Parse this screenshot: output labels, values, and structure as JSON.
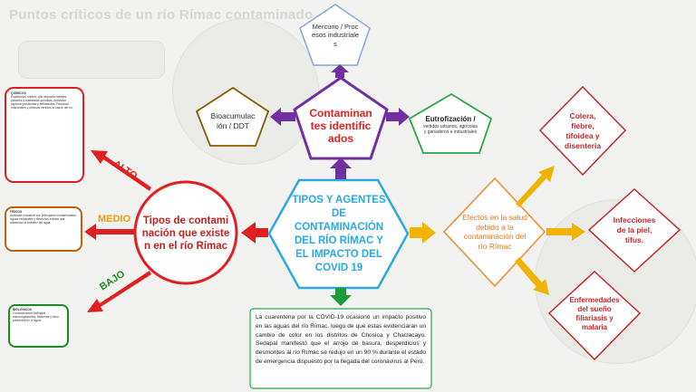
{
  "background_title": "Puntos críticos de un río Rímac contaminado",
  "center": {
    "title": "TIPOS Y AGENTES DE CONTAMINACIÓN DEL RÍO RÍMAC Y EL IMPACTO DEL COVID 19"
  },
  "contaminants": {
    "title": "Contaminantes identificados",
    "mercurio": "Mercurio / Procesos industriales",
    "bioacumulacion": "Bioacumulación / DDT",
    "eutrofizacion_title": "Eutrofización /",
    "eutrofizacion_detail": "vertidos urbanos, agrícolas y ganaderos e industriales"
  },
  "types": {
    "title": "Tipos de contaminación que existen en el río Rímac",
    "levels": {
      "alto": "ALTO",
      "medio": "MEDIO",
      "bajo": "BAJO"
    },
    "alto_box": {
      "heading": "QUÍMICOS",
      "body": "Explotación minera: que deposita metales pesados y sustancias químicas. Actividad agrícola: pesticidas y fertilizantes. Residuos industriales y urbanos vertidos al cauce del río."
    },
    "medio_box": {
      "heading": "FÍSICOS",
      "body": "Actividad Industrial con principales contaminantes. Aguas residuales y desechos sólidos que aumentan la turbidez del agua."
    },
    "bajo_box": {
      "heading": "BIOLÓGICOS",
      "body": "Contaminación biológica: microorganismos, bacterias y virus presentes en el agua."
    }
  },
  "effects": {
    "title": "Efectos en la salud debido a la contaminación del río Rímac",
    "items": [
      "Colera, fiebre, tifoidea y disenteria",
      "Infecciones de la piel, tifus.",
      "Enfermedades del sueño filiariasis y malaria"
    ]
  },
  "covid_note": "La cuarentena por la COVID-19 ocasionó un impacto positivo en las aguas del río Rímac, luego de que estas evidenciaran un cambio de color en los distritos de Chosica y Chaclacayo. Sedapal manifestó que el arrojo de basura, desperdicios y desmontes al río Rímac se redujo en un 90 % durante el estado de emergencia dispuesto por la llegada del coronavirus al Perú.",
  "colors": {
    "center": "#2aa8e0",
    "contaminants": "#7030a0",
    "types": "#e02020",
    "effects": "#f0a000",
    "alto": "#e02020",
    "medio": "#f0a000",
    "bajo": "#1f8a1f",
    "disease": "#c0282a",
    "mercurio": "#8aa4e0",
    "bioacumulacion": "#8a5a00",
    "eutrofizacion": "#2aa844"
  }
}
